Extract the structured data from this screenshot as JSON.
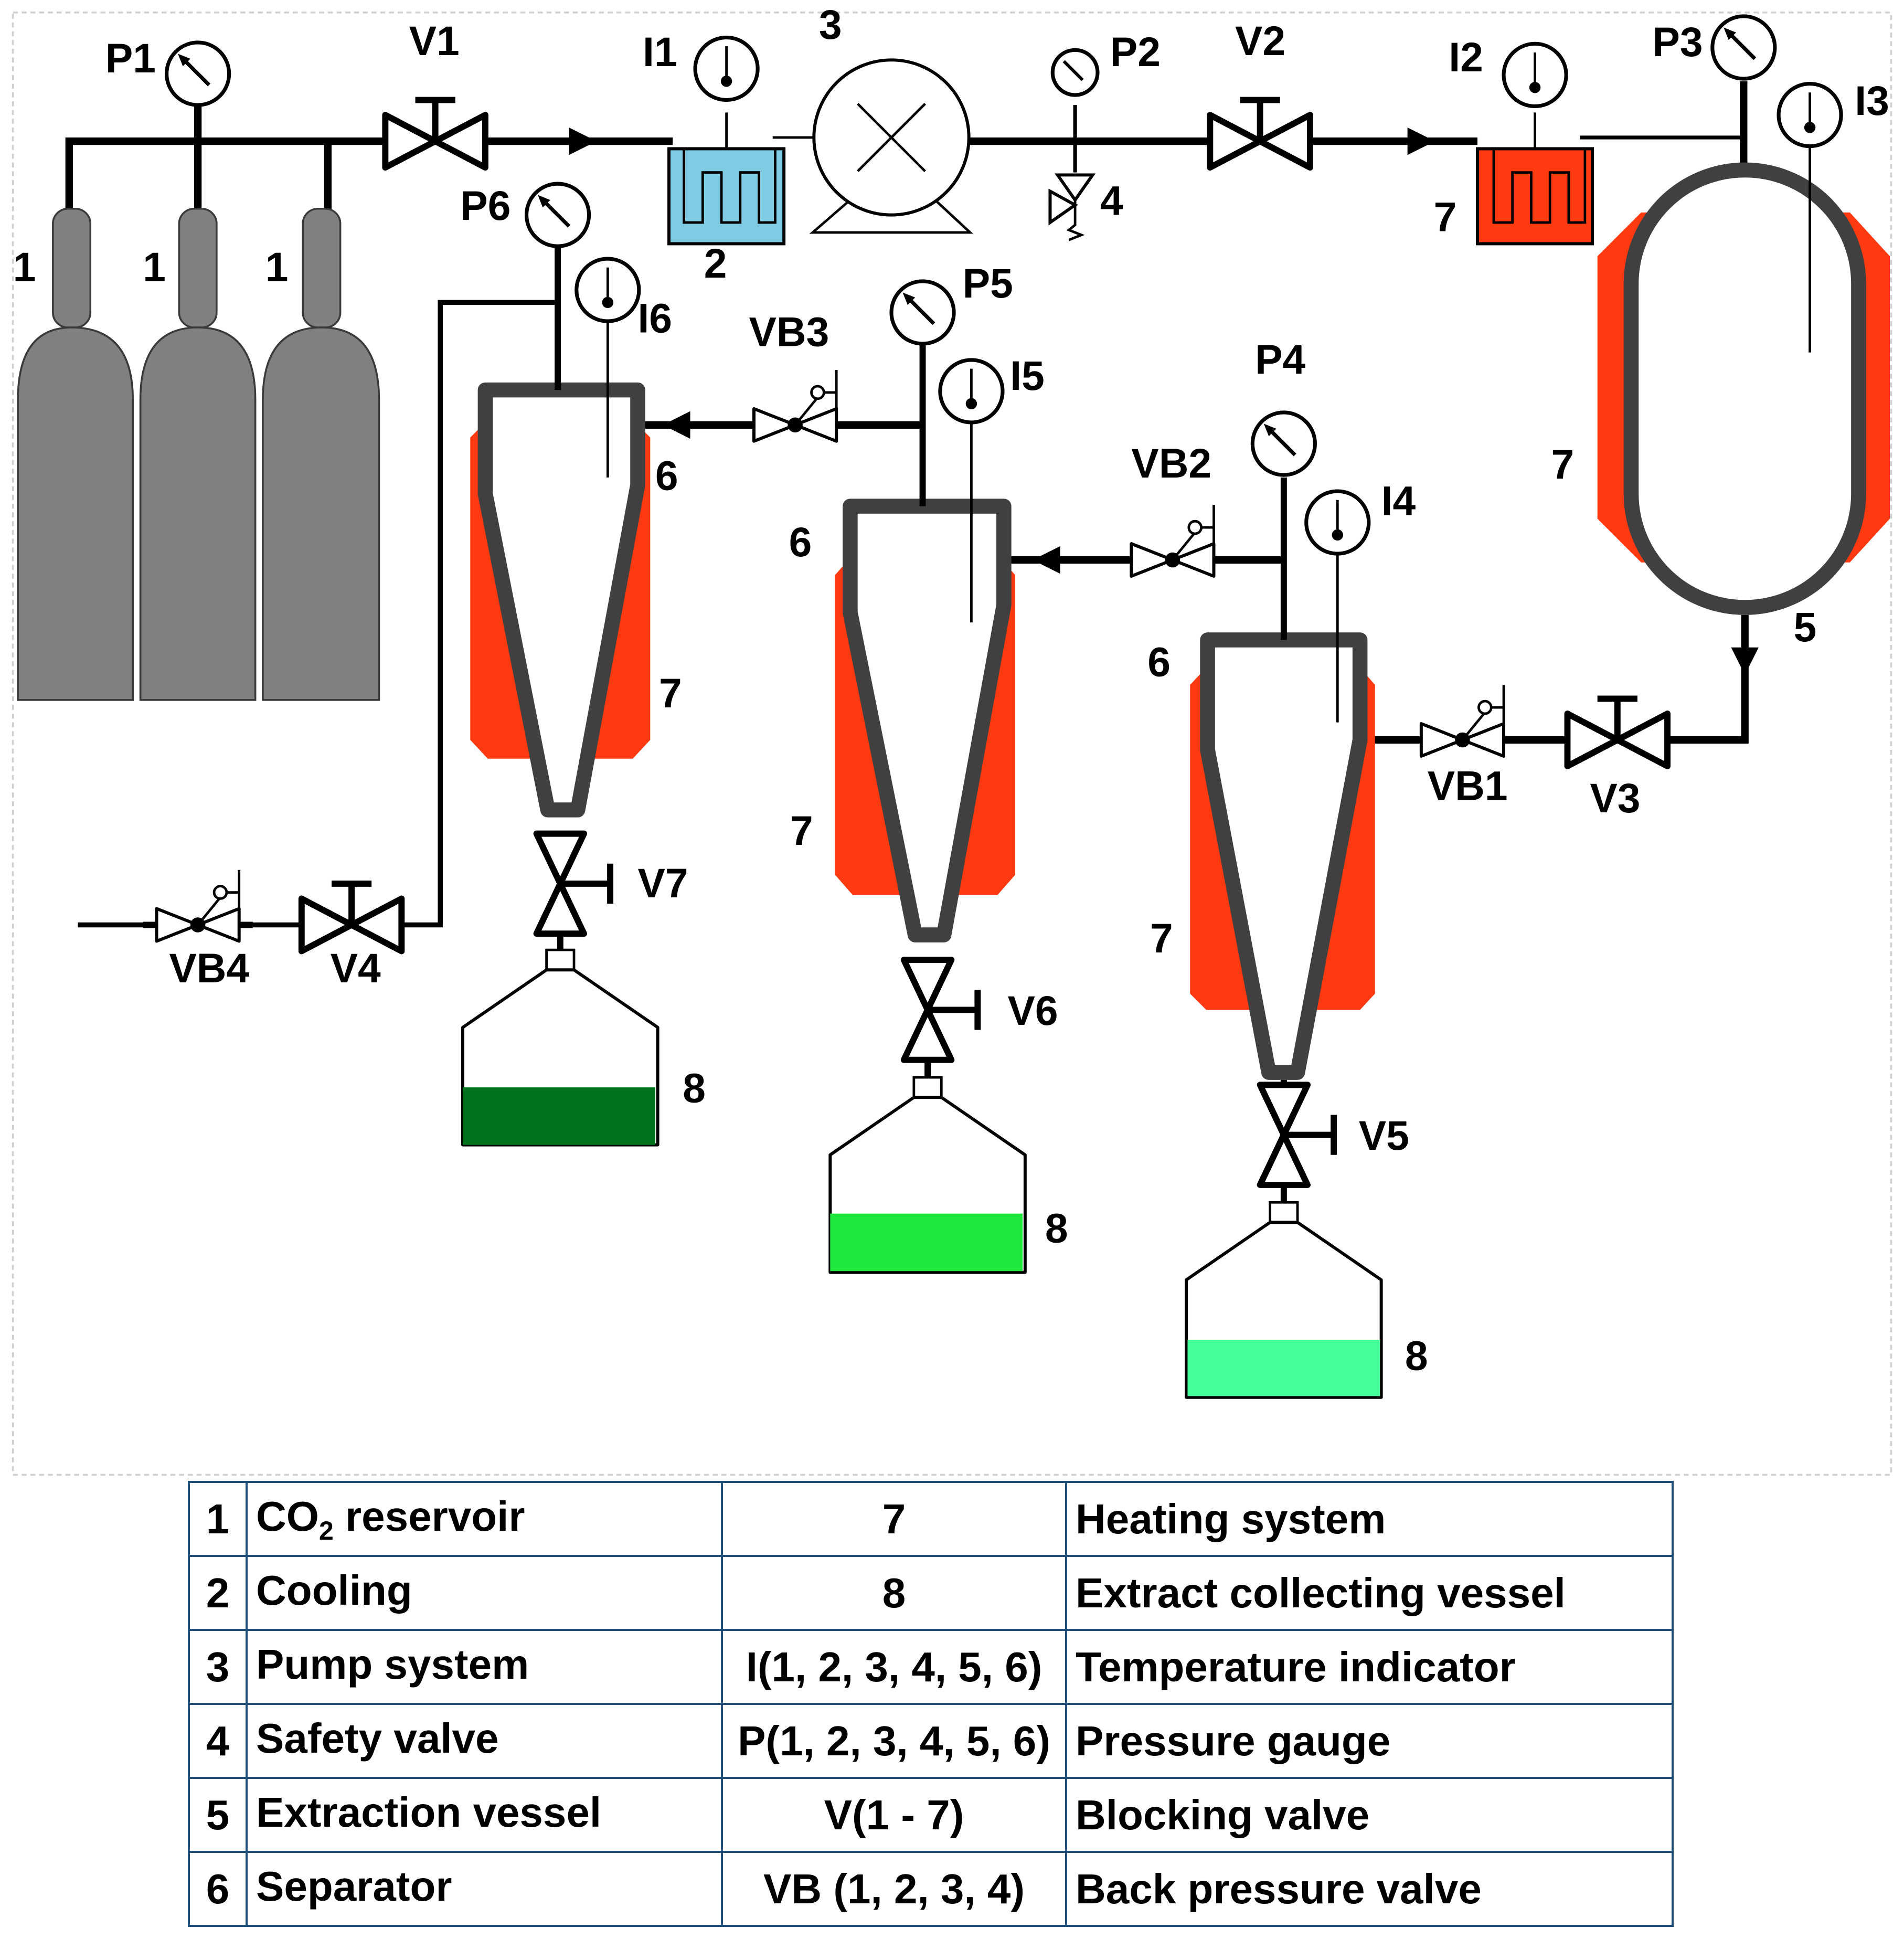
{
  "labels": {
    "p1": "P1",
    "p2": "P2",
    "p3": "P3",
    "p4": "P4",
    "p5": "P5",
    "p6": "P6",
    "i1": "I1",
    "i2": "I2",
    "i3": "I3",
    "i4": "I4",
    "i5": "I5",
    "i6": "I6",
    "v1": "V1",
    "v2": "V2",
    "v3": "V3",
    "v4": "V4",
    "v5": "V5",
    "v6": "V6",
    "v7": "V7",
    "vb1": "VB1",
    "vb2": "VB2",
    "vb3": "VB3",
    "vb4": "VB4",
    "n1": "1",
    "n2": "2",
    "n3": "3",
    "n4": "4",
    "n5": "5",
    "n6": "6",
    "n7": "7",
    "n8": "8"
  },
  "colors": {
    "cylinder": "#808080",
    "cooling": "#7ecbe3",
    "heater": "#ff3a10",
    "vessel_wall": "#404040",
    "extract_dark": "#00731c",
    "extract_mid": "#1ee83c",
    "extract_light": "#45ff9a",
    "table_border": "#1f4e79"
  },
  "legend": [
    {
      "num": "1",
      "desc_pre": "CO",
      "desc_sub": "2",
      "desc_post": " reservoir",
      "sym": "7",
      "sym_desc": "Heating system"
    },
    {
      "num": "2",
      "desc_pre": "Cooling",
      "desc_sub": "",
      "desc_post": "",
      "sym": "8",
      "sym_desc": "Extract collecting vessel"
    },
    {
      "num": "3",
      "desc_pre": "Pump system",
      "desc_sub": "",
      "desc_post": "",
      "sym": "I(1, 2, 3, 4, 5, 6)",
      "sym_desc": "Temperature indicator"
    },
    {
      "num": "4",
      "desc_pre": "Safety valve",
      "desc_sub": "",
      "desc_post": "",
      "sym": "P(1, 2, 3, 4, 5, 6)",
      "sym_desc": "Pressure gauge"
    },
    {
      "num": "5",
      "desc_pre": "Extraction vessel",
      "desc_sub": "",
      "desc_post": "",
      "sym": "V(1 - 7)",
      "sym_desc": "Blocking valve"
    },
    {
      "num": "6",
      "desc_pre": "Separator",
      "desc_sub": "",
      "desc_post": "",
      "sym": "VB (1, 2, 3, 4)",
      "sym_desc": "Back pressure valve"
    }
  ]
}
